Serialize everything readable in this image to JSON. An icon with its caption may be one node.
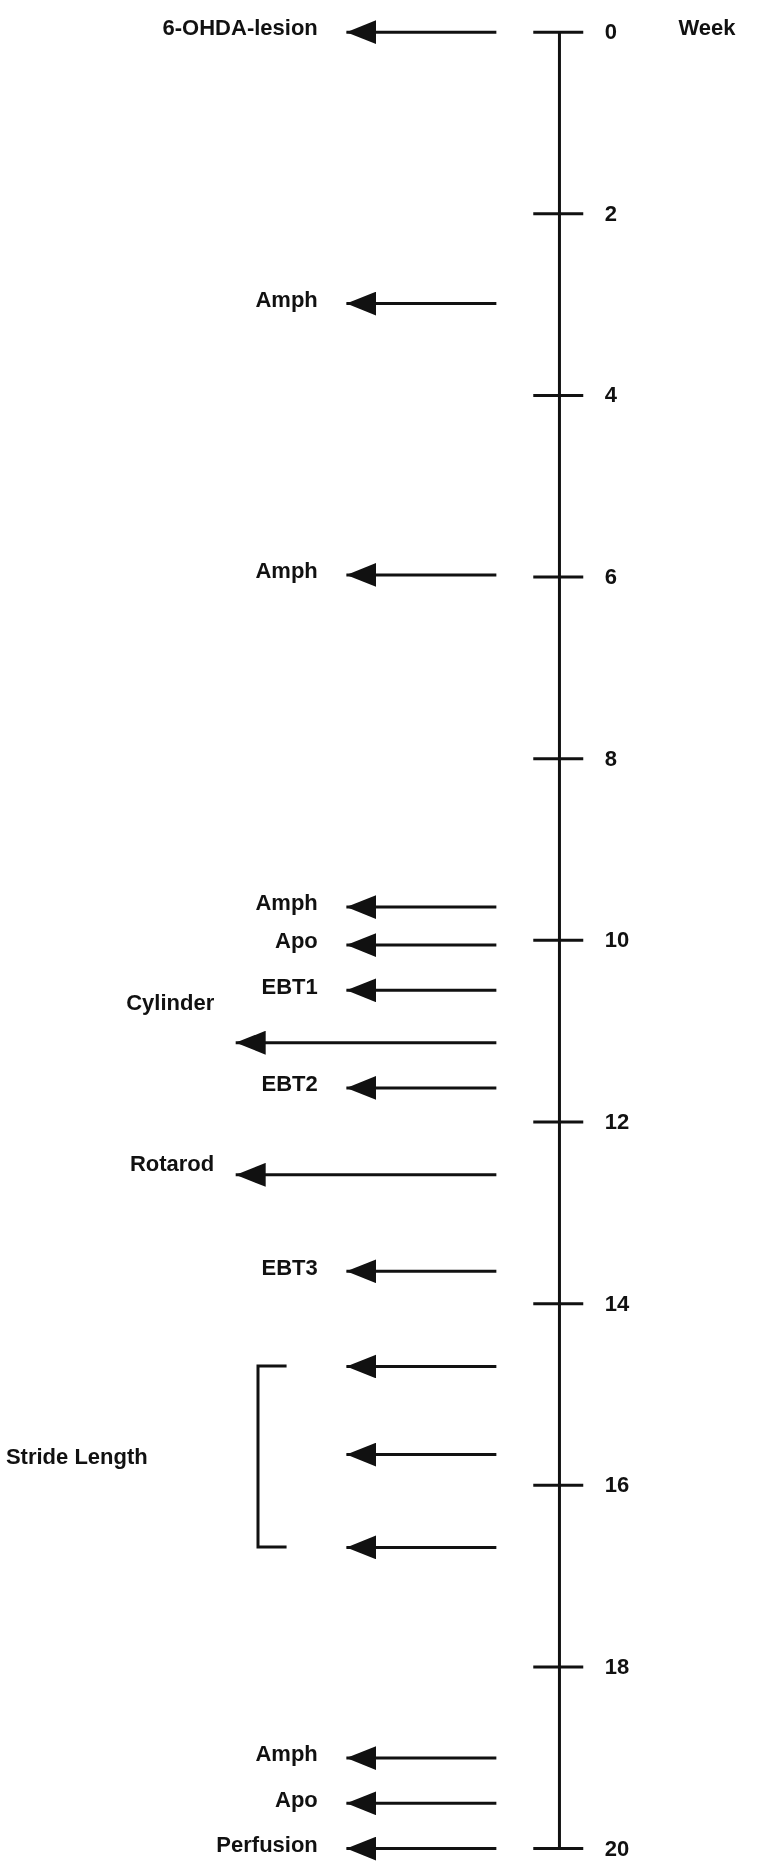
{
  "diagram": {
    "nodes": [
      {
        "text": [
          "6-OHDA-lesion"
        ]
      },
      {
        "text": [
          "Amph"
        ]
      },
      {
        "text": [
          "Amph"
        ]
      },
      {
        "text": [
          "Amph"
        ]
      },
      {
        "text": [
          "Apo"
        ]
      },
      {
        "text": [
          "EBT1"
        ]
      },
      {
        "text": [
          "Cylinder"
        ]
      },
      {
        "text": [
          "EBT2"
        ]
      },
      {
        "text": [
          "Rotarod"
        ]
      },
      {
        "text": [
          "EBT3"
        ]
      },
      {
        "text": [
          "Stride Length"
        ]
      },
      {
        "text": [
          "Amph"
        ]
      },
      {
        "text": [
          "Apo"
        ]
      },
      {
        "text": [
          "Perfusion"
        ]
      }
    ],
    "edges": [
      {
        "from": null,
        "to": 0,
        "arrow": "to"
      },
      {
        "from": null,
        "to": 1,
        "arrow": "to"
      },
      {
        "from": null,
        "to": 2,
        "arrow": "to"
      },
      {
        "from": null,
        "to": 3,
        "arrow": "to"
      },
      {
        "from": null,
        "to": 4,
        "arrow": "to"
      },
      {
        "from": null,
        "to": 5,
        "arrow": "to"
      },
      {
        "from": null,
        "to": 6,
        "arrow": "to"
      },
      {
        "from": null,
        "to": 7,
        "arrow": "to"
      },
      {
        "from": null,
        "to": 8,
        "arrow": "to"
      },
      {
        "from": null,
        "to": 9,
        "arrow": "to"
      },
      {
        "from": null,
        "to": 10,
        "arrow": "to"
      },
      {
        "from": null,
        "to": 10,
        "arrow": "to"
      },
      {
        "from": null,
        "to": 10,
        "arrow": "to"
      },
      {
        "from": null,
        "to": 11,
        "arrow": "to"
      },
      {
        "from": null,
        "to": 12,
        "arrow": "to"
      },
      {
        "from": null,
        "to": 13,
        "arrow": "to"
      }
    ],
    "labels": [
      "0",
      "Week",
      "2",
      "4",
      "6",
      "8",
      "10",
      "12",
      "14",
      "16",
      "18",
      "20"
    ]
  }
}
